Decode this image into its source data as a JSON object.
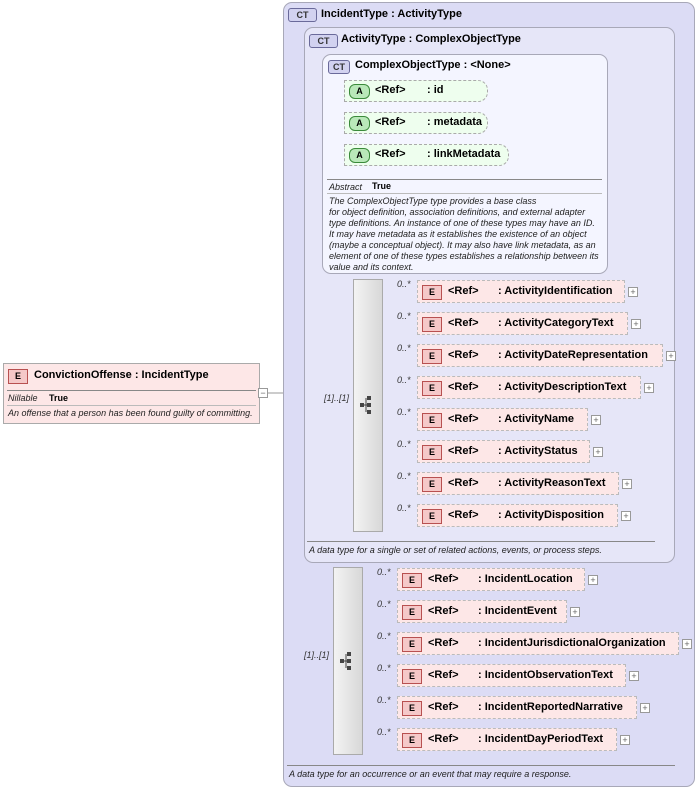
{
  "root": {
    "badge": "E",
    "title": "ConvictionOffense : IncidentType",
    "nillable_label": "Nillable",
    "nillable_value": "True",
    "description": "An offense that a person has been found guilty of committing.",
    "collapse": "−"
  },
  "incident_type": {
    "badge": "CT",
    "title": "IncidentType : ActivityType",
    "description": "A data type for an occurrence or an event that may require a response.",
    "occurrence": "[1]..[1]",
    "elements": [
      {
        "occ": "0..*",
        "ref": "<Ref>",
        "name": ": IncidentLocation"
      },
      {
        "occ": "0..*",
        "ref": "<Ref>",
        "name": ": IncidentEvent"
      },
      {
        "occ": "0..*",
        "ref": "<Ref>",
        "name": ": IncidentJurisdictionalOrganization"
      },
      {
        "occ": "0..*",
        "ref": "<Ref>",
        "name": ": IncidentObservationText"
      },
      {
        "occ": "0..*",
        "ref": "<Ref>",
        "name": ": IncidentReportedNarrative"
      },
      {
        "occ": "0..*",
        "ref": "<Ref>",
        "name": ": IncidentDayPeriodText"
      }
    ]
  },
  "activity_type": {
    "badge": "CT",
    "title": "ActivityType : ComplexObjectType",
    "description": "A data type for a single or set of related actions, events, or process steps.",
    "occurrence": "[1]..[1]",
    "elements": [
      {
        "occ": "0..*",
        "ref": "<Ref>",
        "name": ": ActivityIdentification"
      },
      {
        "occ": "0..*",
        "ref": "<Ref>",
        "name": ": ActivityCategoryText"
      },
      {
        "occ": "0..*",
        "ref": "<Ref>",
        "name": ": ActivityDateRepresentation"
      },
      {
        "occ": "0..*",
        "ref": "<Ref>",
        "name": ": ActivityDescriptionText"
      },
      {
        "occ": "0..*",
        "ref": "<Ref>",
        "name": ": ActivityName"
      },
      {
        "occ": "0..*",
        "ref": "<Ref>",
        "name": ": ActivityStatus"
      },
      {
        "occ": "0..*",
        "ref": "<Ref>",
        "name": ": ActivityReasonText"
      },
      {
        "occ": "0..*",
        "ref": "<Ref>",
        "name": ": ActivityDisposition"
      }
    ]
  },
  "complex_object_type": {
    "badge": "CT",
    "title": "ComplexObjectType : <None>",
    "abstract_label": "Abstract",
    "abstract_value": "True",
    "description": [
      "The ComplexObjectType type provides a base class",
      "for object definition, association definitions, and external adapter",
      "type definitions. An instance of one of these types may have an ID.",
      "It may have metadata as it establishes the existence of an object",
      "(maybe a conceptual object). It may also have link metadata, as an",
      "element of one of these types establishes a relationship between its",
      "value and its context."
    ],
    "attributes": [
      {
        "badge": "A",
        "ref": "<Ref>",
        "name": ": id"
      },
      {
        "badge": "A",
        "ref": "<Ref>",
        "name": ": metadata"
      },
      {
        "badge": "A",
        "ref": "<Ref>",
        "name": ": linkMetadata"
      }
    ]
  },
  "element_badge": "E",
  "expand": "+"
}
